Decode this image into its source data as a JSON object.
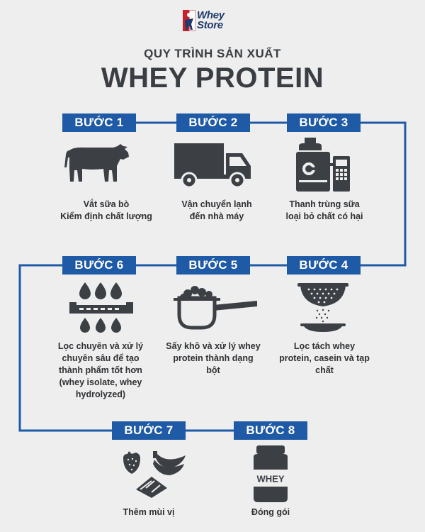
{
  "logo": {
    "line1": "Whey",
    "line2": "Store"
  },
  "header": {
    "subtitle": "QUY TRÌNH SẢN XUẤT",
    "title": "WHEY PROTEIN"
  },
  "steps": [
    {
      "badge": "BƯỚC 1",
      "caption": "Vắt sữa bò\nKiểm định chất lượng"
    },
    {
      "badge": "BƯỚC 2",
      "caption": "Vận chuyển lạnh\nđến nhà máy"
    },
    {
      "badge": "BƯỚC 3",
      "caption": "Thanh trùng sữa\nloại bỏ chất có hại"
    },
    {
      "badge": "BƯỚC 4",
      "caption": "Lọc tách whey\nprotein, casein và tạp\nchất"
    },
    {
      "badge": "BƯỚC 5",
      "caption": "Sấy khô và xử lý whey\nprotein thành dạng\nbột"
    },
    {
      "badge": "BƯỚC 6",
      "caption": "Lọc chuyên và xử lý\nchuyên sâu để tạo\nthành phẩm tốt hơn\n(whey isolate, whey\nhydrolyzed)"
    },
    {
      "badge": "BƯỚC 7",
      "caption": "Thêm mùi vị"
    },
    {
      "badge": "BƯỚC 8",
      "caption": "Đóng gói"
    }
  ],
  "jar_label": "WHEY",
  "colors": {
    "accent": "#1f5aa6",
    "text": "#3a3d42",
    "icon": "#3c3f44",
    "background": "#eeeeee"
  },
  "icons": [
    "cow-icon",
    "truck-icon",
    "pasteurizer-icon",
    "sieve-icon",
    "powder-scoop-icon",
    "filter-drops-icon",
    "flavor-fruits-icon",
    "whey-jar-icon"
  ]
}
